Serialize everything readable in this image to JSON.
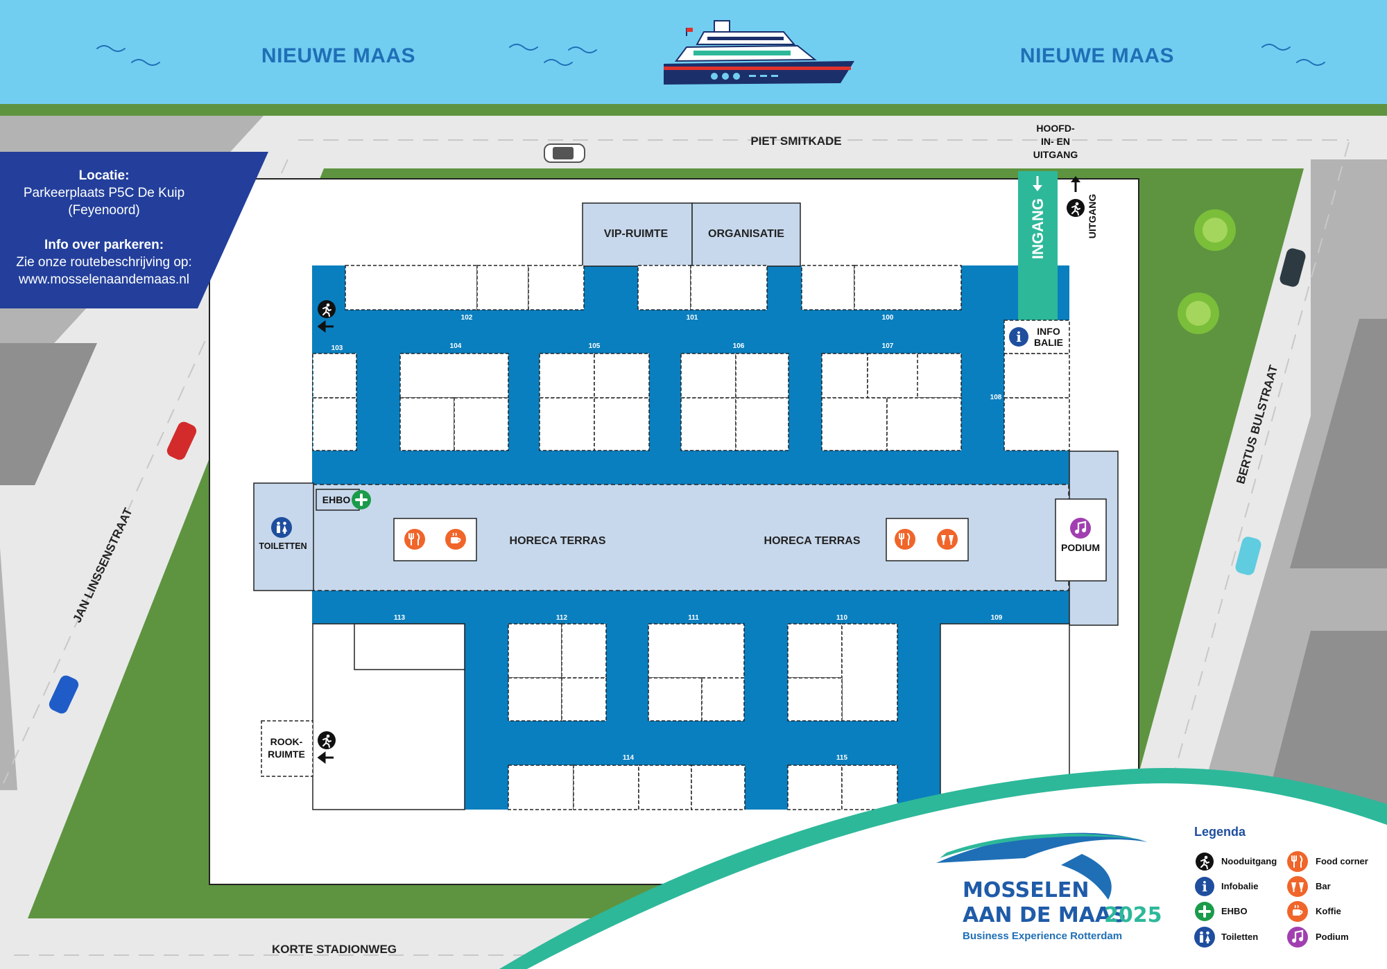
{
  "river": {
    "label_left": "NIEUWE MAAS",
    "label_right": "NIEUWE MAAS"
  },
  "streets": {
    "top": "PIET SMITKADE",
    "left": "JAN LINSSENSTRAAT",
    "right": "BERTUS BULSTRAAT",
    "bottom": "KORTE STADIONWEG"
  },
  "info_box": {
    "location_label": "Locatie:",
    "location_line1": "Parkeerplaats P5C De Kuip",
    "location_line2": "(Feyenoord)",
    "parking_label": "Info over parkeren:",
    "parking_line1": "Zie onze routebeschrijving op:",
    "parking_line2": "www.mosselenaandemaas.nl"
  },
  "entrance": {
    "main_line1": "HOOFD-",
    "main_line2": "IN- EN",
    "main_line3": "UITGANG",
    "in_label": "INGANG",
    "out_label": "UITGANG"
  },
  "zones": {
    "vip": "VIP-RUIMTE",
    "organisatie": "ORGANISATIE",
    "info_line1": "INFO",
    "info_line2": "BALIE",
    "ehbo": "EHBO",
    "toiletten": "TOILETTEN",
    "horeca_left": "HORECA TERRAS",
    "horeca_right": "HORECA TERRAS",
    "podium": "PODIUM",
    "rook_line1": "ROOK-",
    "rook_line2": "RUIMTE"
  },
  "stand_numbers": {
    "n100": "100",
    "n101": "101",
    "n102": "102",
    "n103": "103",
    "n104": "104",
    "n105": "105",
    "n106": "106",
    "n107": "107",
    "n108": "108",
    "n109": "109",
    "n110": "110",
    "n111": "111",
    "n112": "112",
    "n113": "113",
    "n114": "114",
    "n115": "115"
  },
  "brand": {
    "line1": "MOSSELEN",
    "line2": "AAN DE MAAS",
    "year": "2025",
    "tagline": "Business Experience Rotterdam"
  },
  "legend": {
    "title": "Legenda",
    "items": [
      {
        "label": "Nooduitgang",
        "icon": "emergency-exit-icon",
        "color": "#111111"
      },
      {
        "label": "Infobalie",
        "icon": "info-icon",
        "color": "#1f4e9e"
      },
      {
        "label": "EHBO",
        "icon": "first-aid-icon",
        "color": "#1a9b4a"
      },
      {
        "label": "Toiletten",
        "icon": "toilet-icon",
        "color": "#1f4e9e"
      },
      {
        "label": "Food corner",
        "icon": "food-icon",
        "color": "#f0652a"
      },
      {
        "label": "Bar",
        "icon": "bar-icon",
        "color": "#f0652a"
      },
      {
        "label": "Koffie",
        "icon": "coffee-icon",
        "color": "#f0652a"
      },
      {
        "label": "Podium",
        "icon": "music-icon",
        "color": "#a13fb0"
      }
    ]
  },
  "colors": {
    "water": "#72cef1",
    "grass": "#5e9440",
    "walkway": "#0a7fbf",
    "terrace": "#c7d8ec",
    "entrance": "#2db89a",
    "info_box": "#233f9b"
  }
}
